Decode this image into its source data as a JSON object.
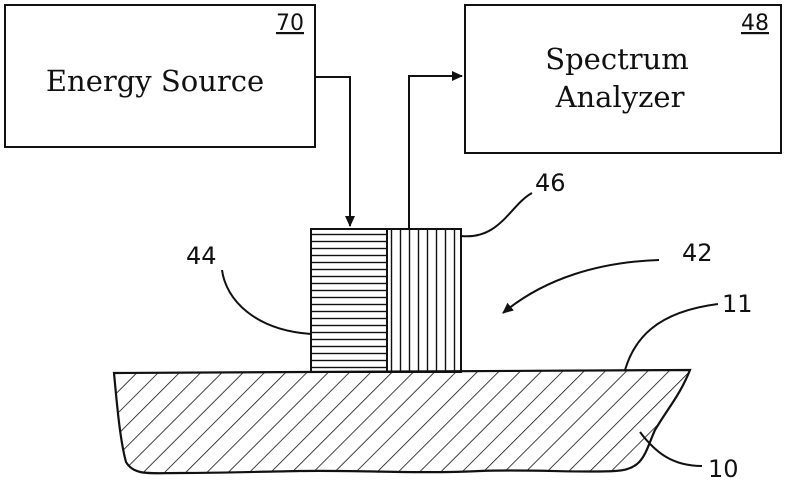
{
  "energy_source": {
    "label": "Energy Source",
    "ref": "70"
  },
  "spectrum_analyzer": {
    "label_line1": "Spectrum",
    "label_line2": "Analyzer",
    "ref": "48"
  },
  "reference_labels": {
    "transducer_left": "44",
    "transducer_right": "46",
    "system": "42",
    "surface": "11",
    "structure": "10"
  }
}
